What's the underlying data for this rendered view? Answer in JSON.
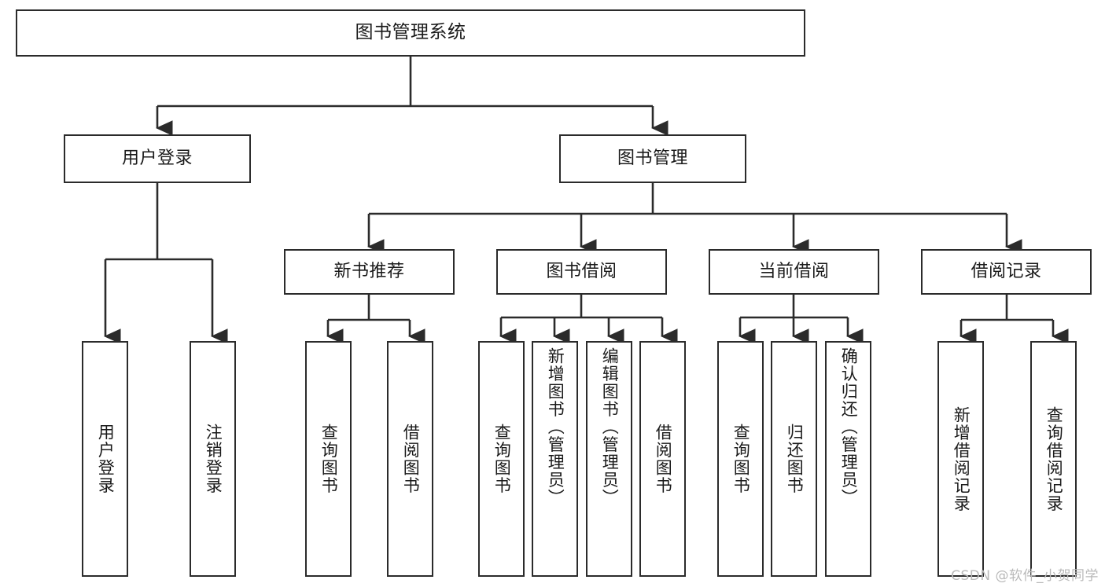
{
  "diagram": {
    "type": "tree-hierarchy",
    "title": "图书管理系统",
    "watermark": "CSDN @软件_小贺同学",
    "colors": {
      "stroke": "#2b2b2b",
      "fill": "#ffffff",
      "text": "#1a1a1a",
      "watermark": "#b9b9b9"
    },
    "nodes": {
      "root": {
        "label": "图书管理系统"
      },
      "level2": [
        {
          "label": "用户登录"
        },
        {
          "label": "图书管理"
        }
      ],
      "level3": [
        {
          "label": "新书推荐"
        },
        {
          "label": "图书借阅"
        },
        {
          "label": "当前借阅"
        },
        {
          "label": "借阅记录"
        }
      ],
      "leaves_user_login": [
        {
          "label": "用户登录"
        },
        {
          "label": "注销登录"
        }
      ],
      "leaves_new_books": [
        {
          "label": "查询图书"
        },
        {
          "label": "借阅图书"
        }
      ],
      "leaves_borrow": [
        {
          "label": "查询图书"
        },
        {
          "label": "新增图书（管理员）"
        },
        {
          "label": "编辑图书（管理员）"
        },
        {
          "label": "借阅图书"
        }
      ],
      "leaves_current": [
        {
          "label": "查询图书"
        },
        {
          "label": "归还图书"
        },
        {
          "label": "确认归还（管理员）"
        }
      ],
      "leaves_records": [
        {
          "label": "新增借阅记录"
        },
        {
          "label": "查询借阅记录"
        }
      ]
    }
  }
}
